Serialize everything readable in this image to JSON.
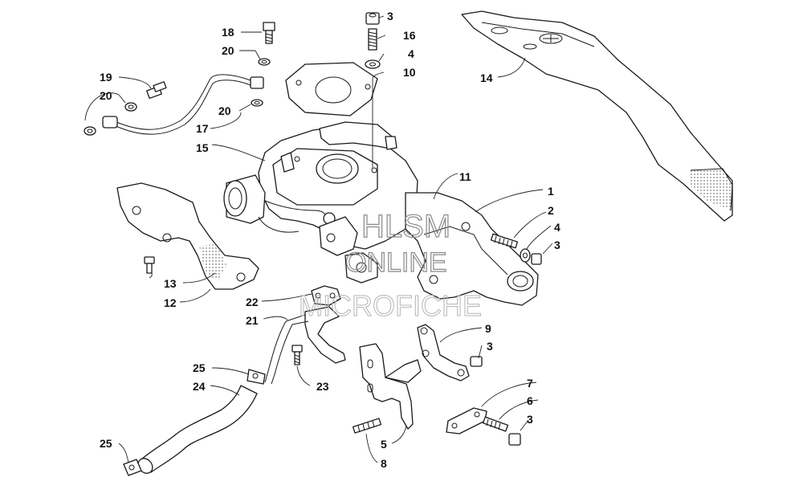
{
  "watermark": {
    "line1": "HLSM",
    "line2": "ONLINE",
    "line3": "MICROFICHE"
  },
  "callouts": {
    "c1": "1",
    "c2": "2",
    "c3a": "3",
    "c3b": "3",
    "c3c": "3",
    "c3d": "3",
    "c4a": "4",
    "c4b": "4",
    "c5": "5",
    "c6": "6",
    "c7": "7",
    "c8": "8",
    "c9": "9",
    "c10": "10",
    "c11": "11",
    "c12": "12",
    "c13": "13",
    "c14": "14",
    "c15": "15",
    "c16": "16",
    "c17": "17",
    "c18": "18",
    "c19": "19",
    "c20a": "20",
    "c20b": "20",
    "c20c": "20",
    "c21": "21",
    "c22": "22",
    "c23": "23",
    "c24": "24",
    "c25a": "25",
    "c25b": "25"
  }
}
